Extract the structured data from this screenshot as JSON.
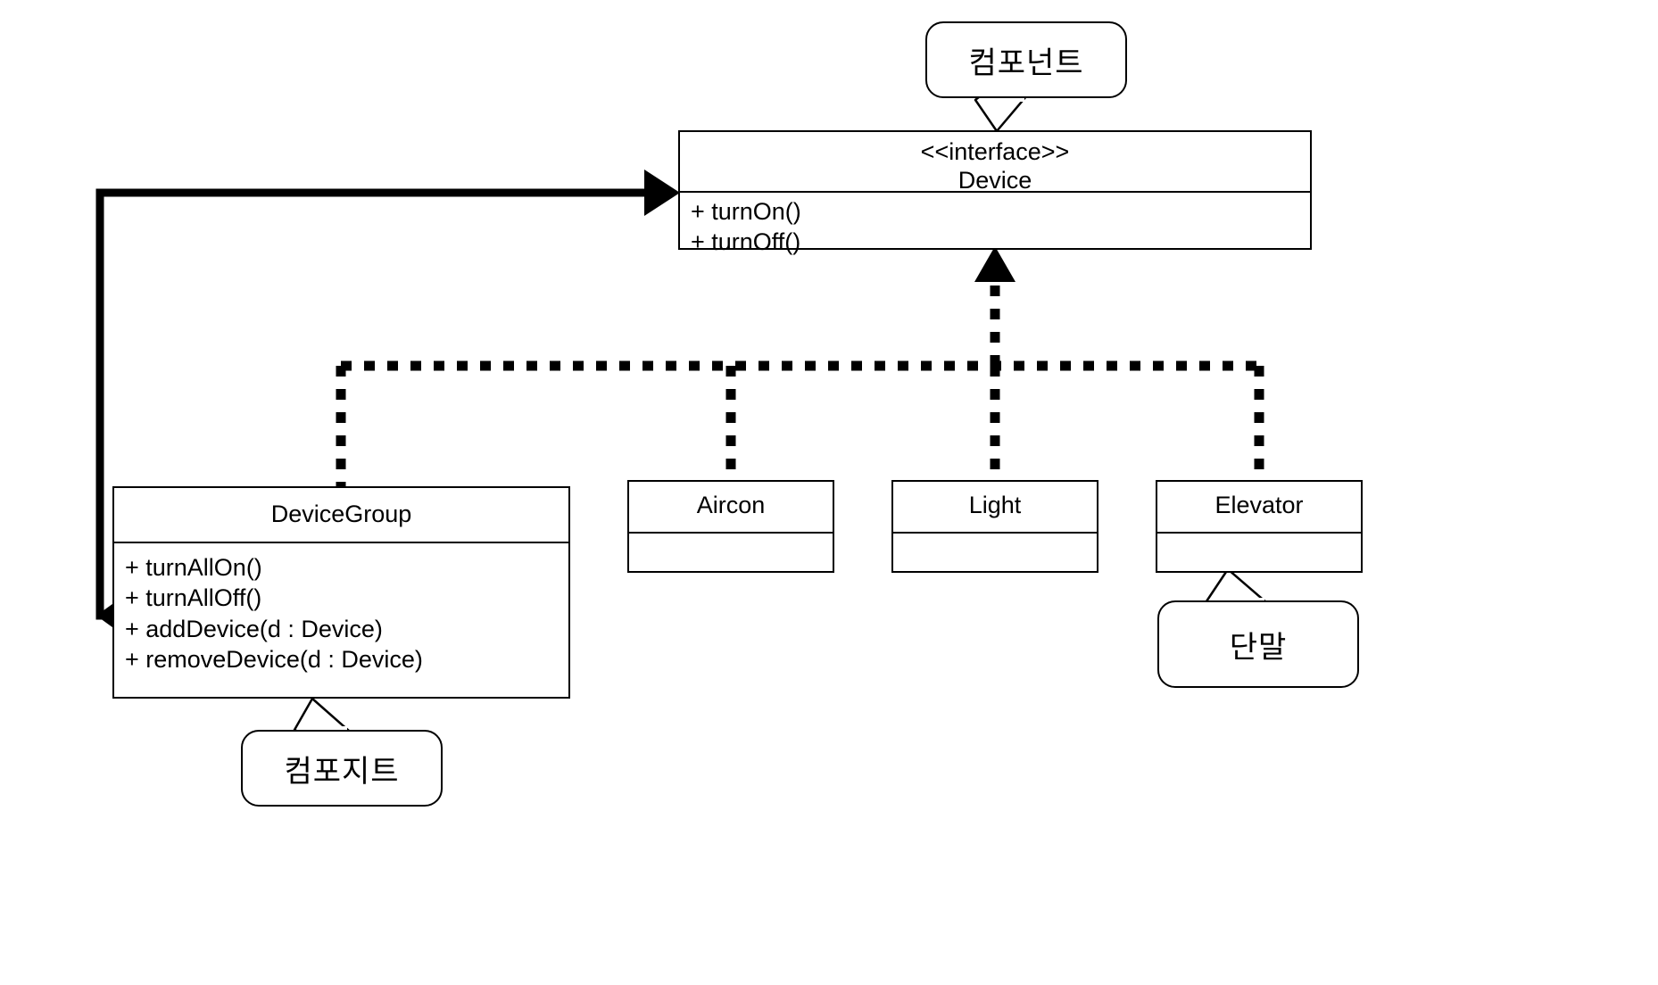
{
  "diagram": {
    "title": "Composite pattern UML class diagram",
    "language": "ko",
    "stroke_color": "#000000",
    "background_color": "#ffffff"
  },
  "classes": {
    "device": {
      "stereotype": "<<interface>>",
      "name": "Device",
      "header": "<<interface>>\nDevice",
      "methods": [
        "+ turnOn()",
        "+ turnOff()"
      ]
    },
    "device_group": {
      "name": "DeviceGroup",
      "methods": [
        "+ turnAllOn()",
        "+ turnAllOff()",
        "+ addDevice(d : Device)",
        "+ removeDevice(d : Device)"
      ]
    },
    "aircon": {
      "name": "Aircon",
      "methods": []
    },
    "light": {
      "name": "Light",
      "methods": []
    },
    "elevator": {
      "name": "Elevator",
      "methods": []
    }
  },
  "callouts": {
    "component": {
      "label": "컴포넌트",
      "points_to": "Device"
    },
    "composite": {
      "label": "컴포지트",
      "points_to": "DeviceGroup"
    },
    "leaf": {
      "label": "단말",
      "points_to": "Elevator"
    }
  },
  "relationships": [
    {
      "name": "composition",
      "from": "DeviceGroup",
      "to": "Device",
      "style": "solid",
      "source_marker": "filled-diamond",
      "target_marker": "filled-arrow"
    },
    {
      "name": "realization-device-group",
      "from": "DeviceGroup",
      "to": "Device",
      "style": "dotted",
      "target_marker": "hollow-triangle"
    },
    {
      "name": "realization-aircon",
      "from": "Aircon",
      "to": "Device",
      "style": "dotted",
      "target_marker": "hollow-triangle"
    },
    {
      "name": "realization-light",
      "from": "Light",
      "to": "Device",
      "style": "dotted",
      "target_marker": "hollow-triangle"
    },
    {
      "name": "realization-elevator",
      "from": "Elevator",
      "to": "Device",
      "style": "dotted",
      "target_marker": "hollow-triangle"
    }
  ]
}
